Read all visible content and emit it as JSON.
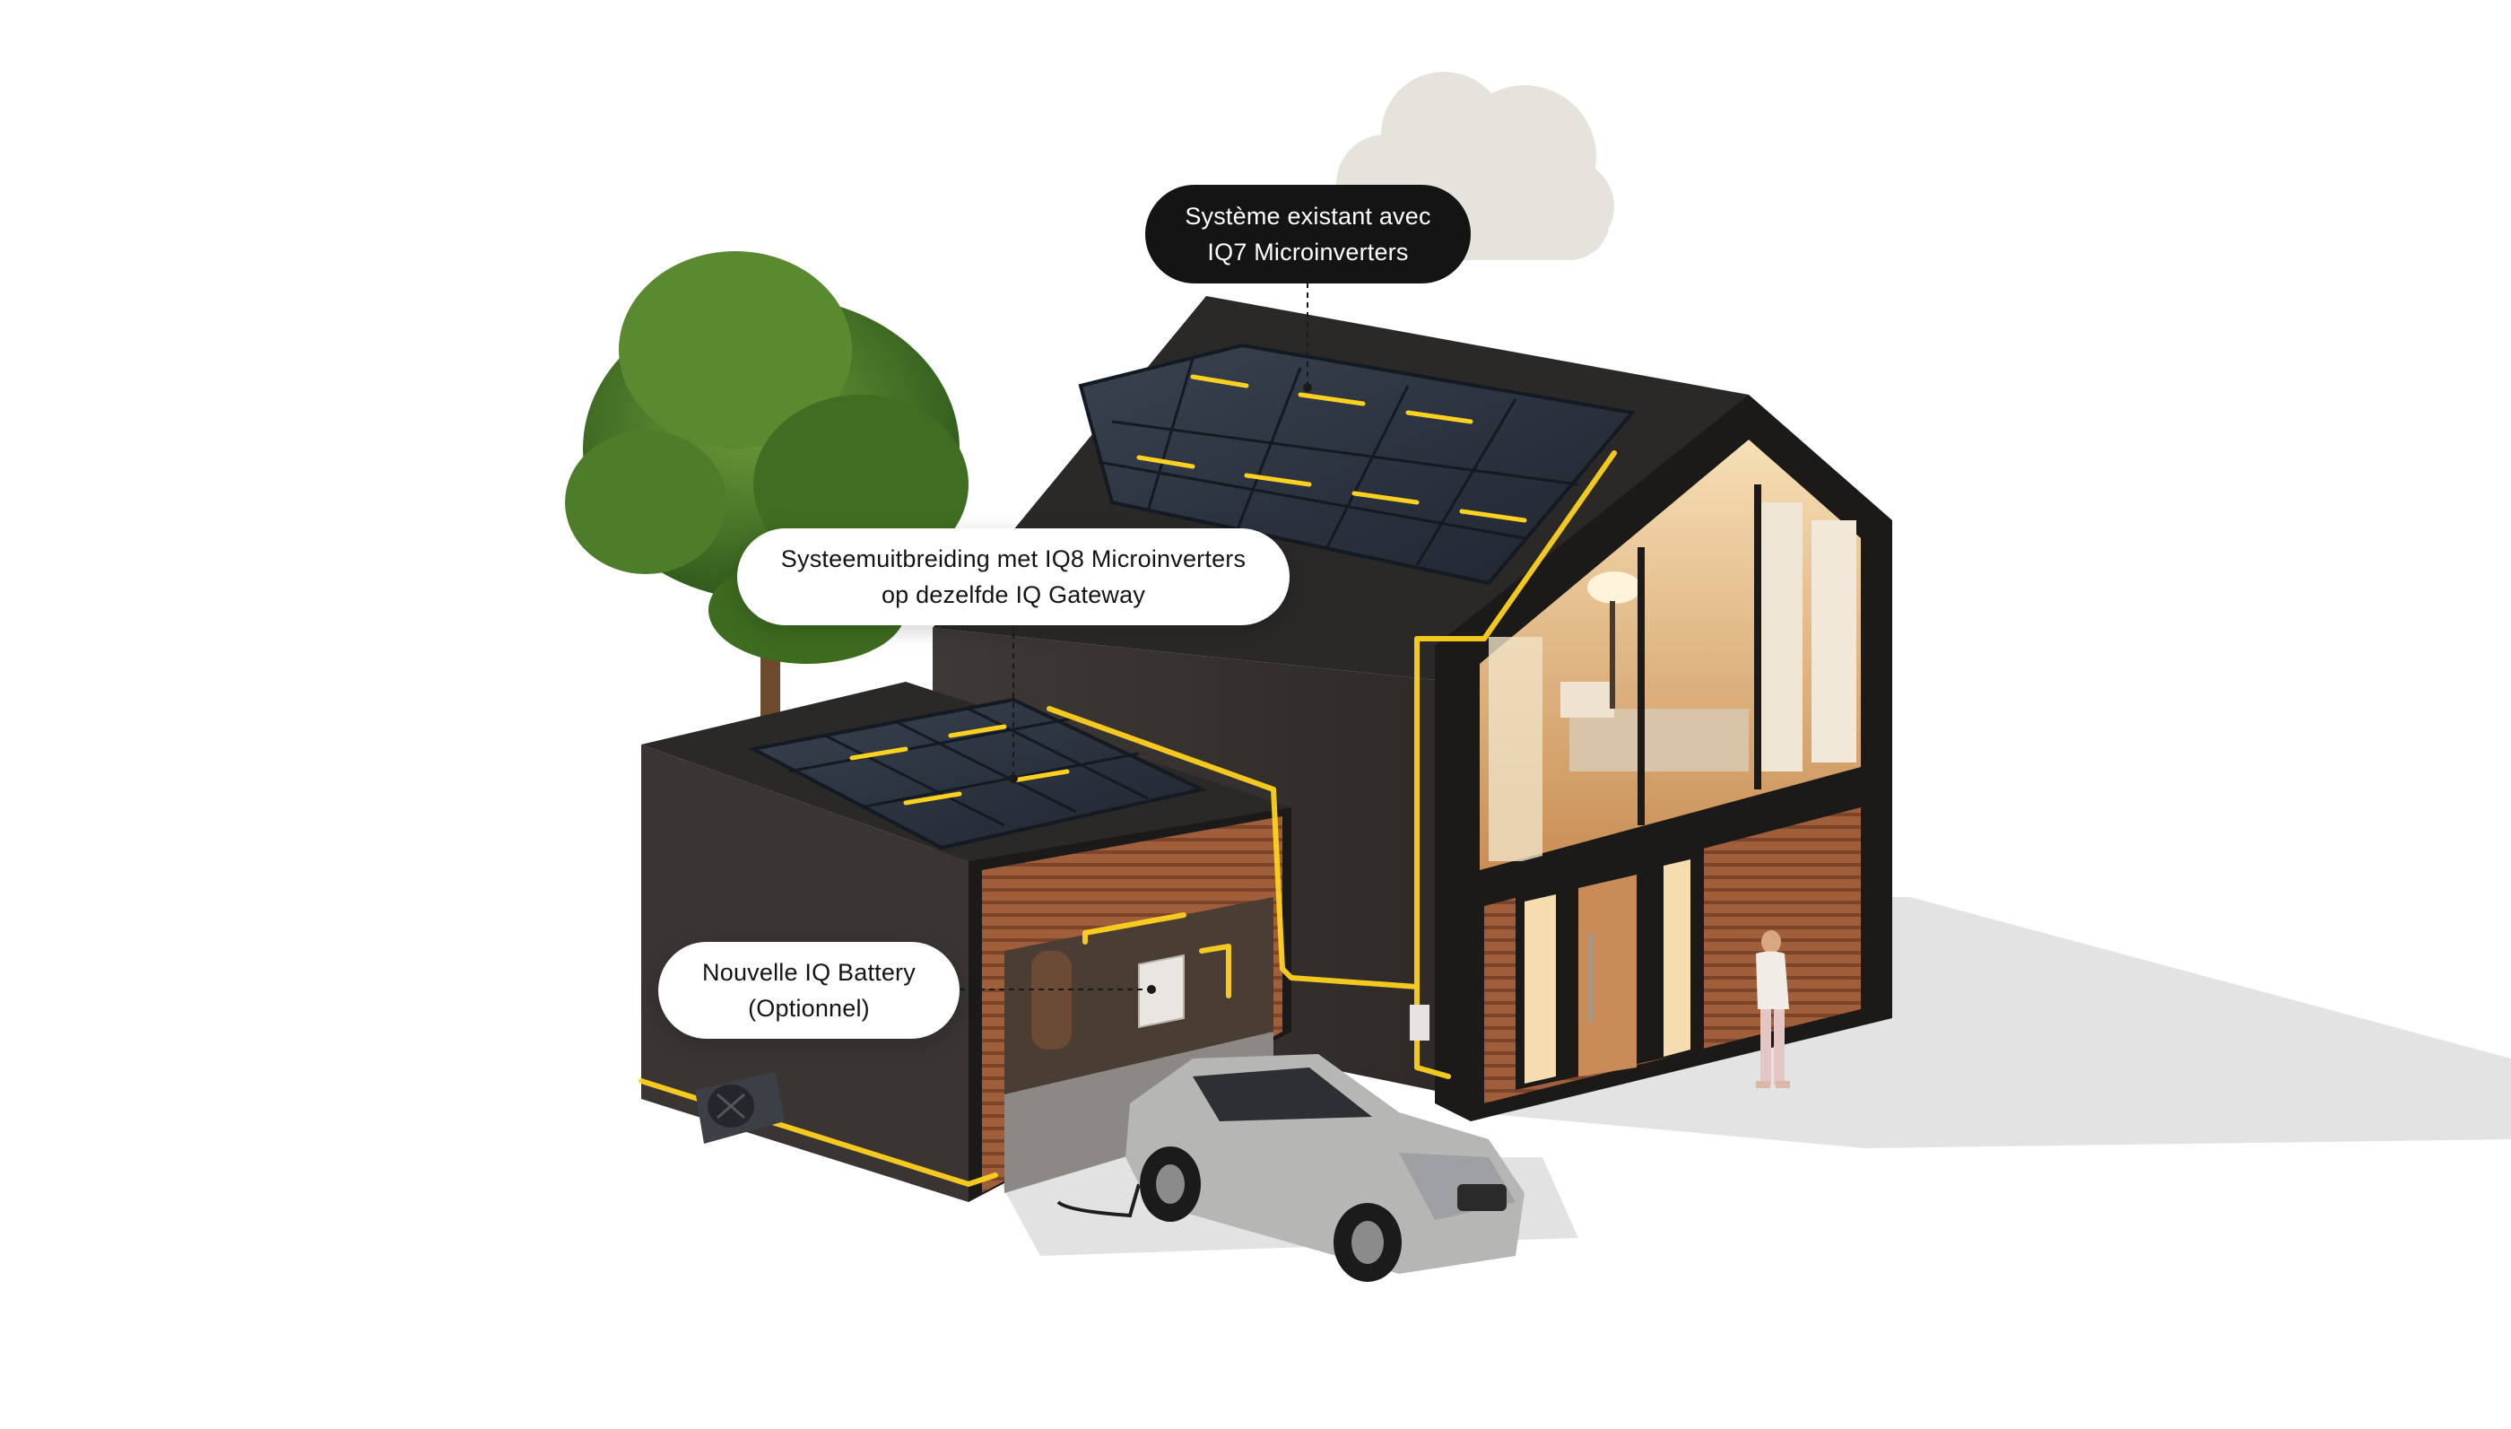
{
  "callouts": {
    "existing_system": {
      "line1": "Système existant avec",
      "line2": "IQ7 Microinverters"
    },
    "system_extension": {
      "line1": "Systeemuitbreiding met IQ8 Microinverters",
      "line2": "op dezelfde IQ Gateway"
    },
    "battery": {
      "line1": "Nouvelle IQ Battery",
      "line2": "(Optionnel)"
    }
  },
  "colors": {
    "background": "#ffffff",
    "callout_dark": "#141414",
    "callout_light": "#ffffff",
    "energy_line": "#ffd21f",
    "roof": "#2a2827",
    "wall": "#3a3533",
    "solar_panel": "#2b3240",
    "wood_cladding": "#a0603c",
    "window_glow": "#f3d3a4",
    "tree": "#4a7a2a",
    "car": "#b8b8b8",
    "cloud": "#e6e2dc"
  },
  "icons": [
    "cloud-icon",
    "tree-icon",
    "solar-panel-icon",
    "battery-icon",
    "heat-pump-icon",
    "car-icon",
    "person-icon"
  ]
}
